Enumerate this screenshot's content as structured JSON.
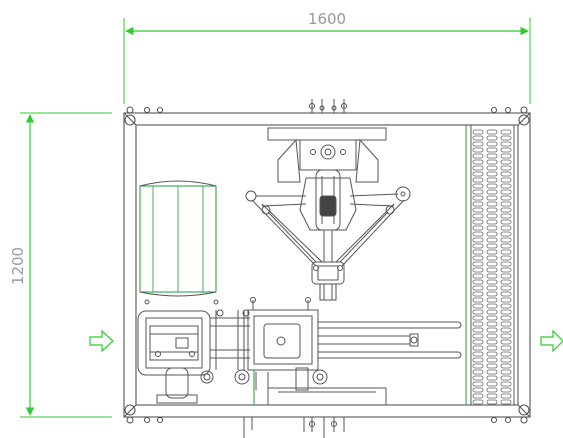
{
  "dimensions": {
    "width_label": "1600",
    "height_label": "1200"
  },
  "colors": {
    "dimension_line": "#2ecc2e",
    "outline": "#555555",
    "outline_light": "#888888",
    "accent_green": "#1f9e3a",
    "label_text": "#9a9a9a"
  },
  "flow_arrows": [
    "inlet-arrow",
    "outlet-arrow"
  ]
}
